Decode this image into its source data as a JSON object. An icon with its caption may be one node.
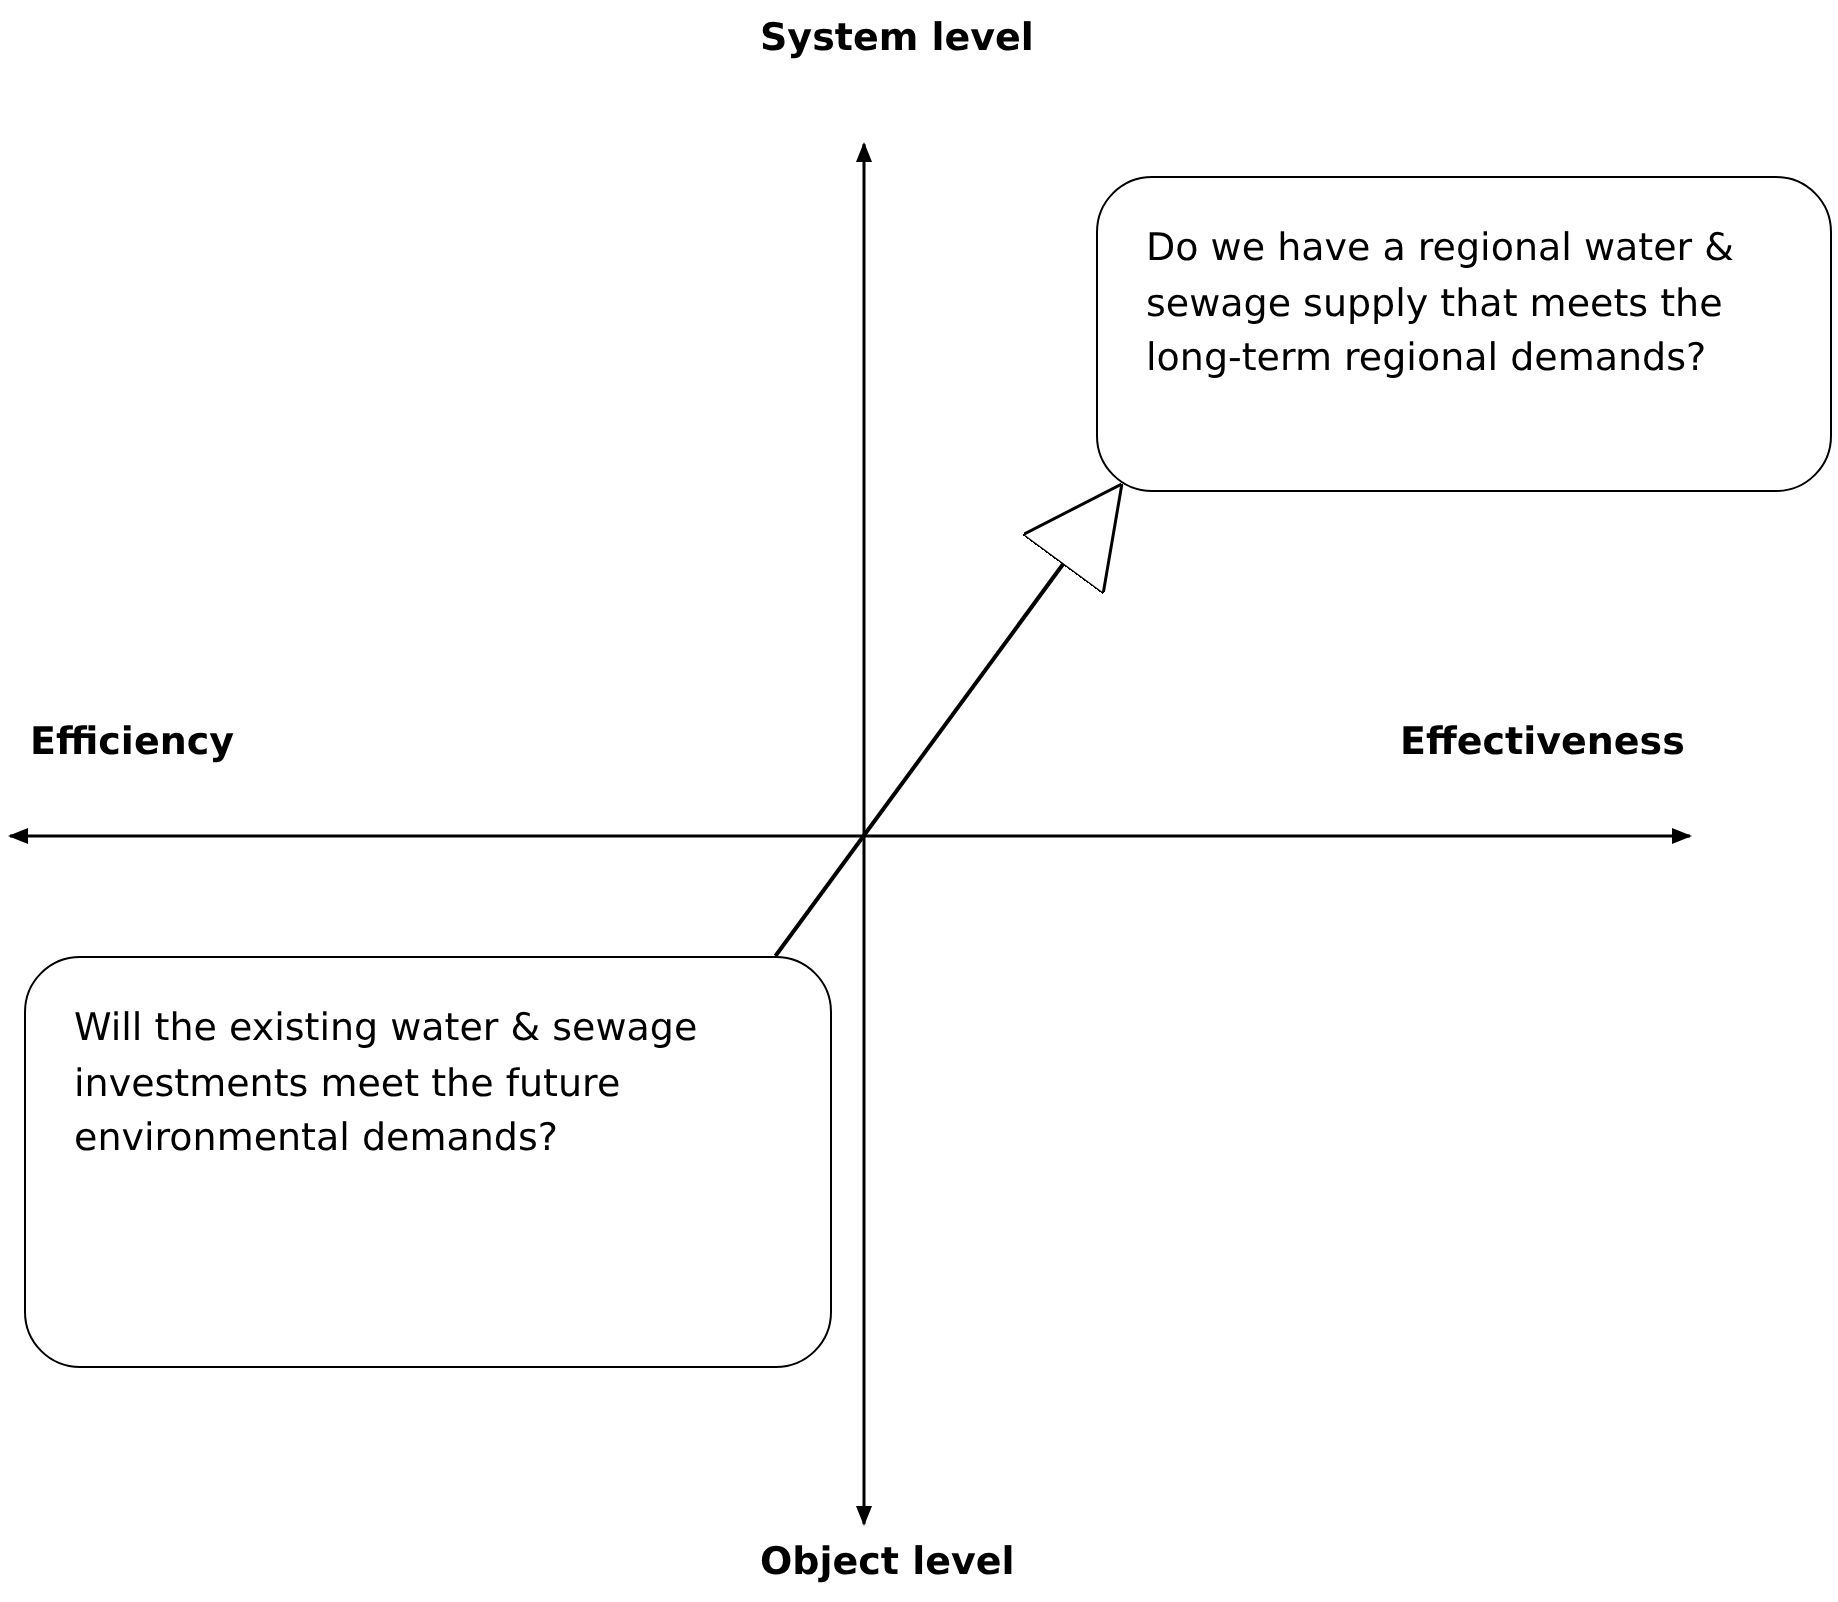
{
  "diagram": {
    "nodes": [
      {
        "text": [
          "Do we have a regional water & sewage supply that meets the long-term regional demands?"
        ]
      },
      {
        "text": [
          "Will the existing water & sewage investments meet the future environmental demands?"
        ]
      }
    ],
    "edges": [
      {
        "from": 1,
        "to": 0,
        "arrow": "to"
      }
    ],
    "labels": [
      "System level",
      "Efficiency",
      "Effectiveness",
      "Object level"
    ]
  }
}
